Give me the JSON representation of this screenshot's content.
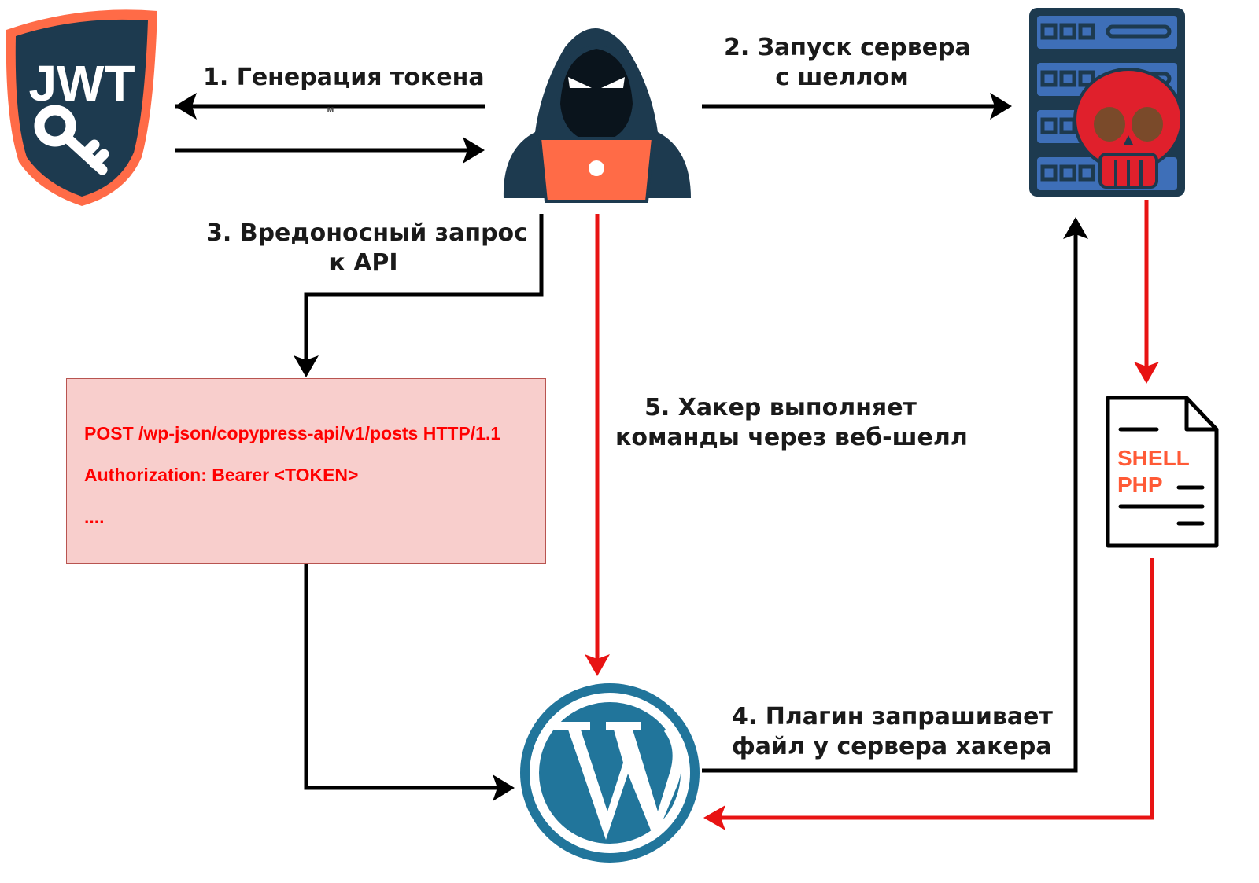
{
  "labels": {
    "step1": "1. Генерация токена",
    "step2_line1": "2. Запуск сервера",
    "step2_line2": "с шеллом",
    "step3_line1": "3. Вредоносный запрос",
    "step3_line2": "к API",
    "step4_line1": "4. Плагин запрашивает",
    "step4_line2": "файл у сервера хакера",
    "step5_line1": "5. Хакер выполняет",
    "step5_line2": "команды через веб-шелл"
  },
  "request": {
    "line1": "POST /wp-json/copypress-api/v1/posts HTTP/1.1",
    "line2": "Authorization: Bearer <TOKEN>",
    "line3": "...."
  },
  "icons": {
    "jwt": "JWT",
    "shell_line1": "SHELL",
    "shell_line2": "PHP"
  },
  "colors": {
    "black_arrow": "#000000",
    "red_arrow": "#e81313",
    "request_fill": "#f8cecc",
    "request_text": "#ff0000",
    "jwt_navy": "#1d3a4f",
    "jwt_orange": "#ff6b47",
    "server_blue": "#3e6fb8",
    "skull_red": "#e0202c",
    "wordpress_blue": "#21759b"
  }
}
